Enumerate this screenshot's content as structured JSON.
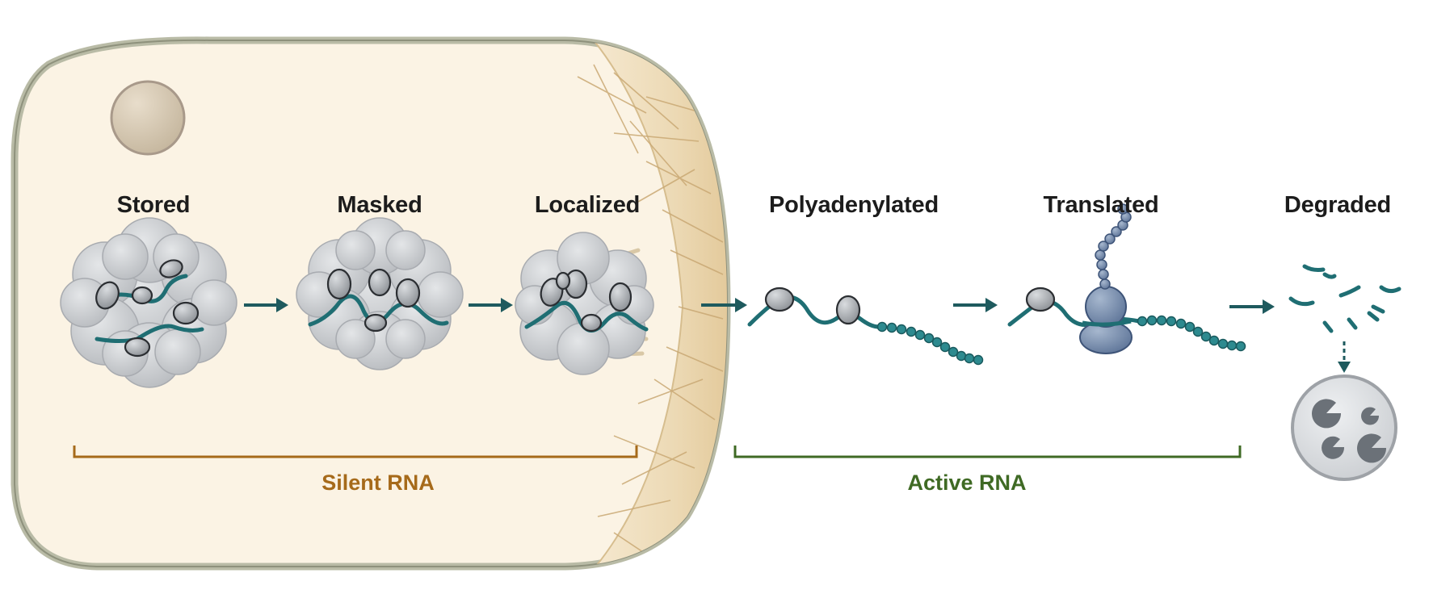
{
  "stages": [
    {
      "id": "stored",
      "label": "Stored"
    },
    {
      "id": "masked",
      "label": "Masked"
    },
    {
      "id": "localized",
      "label": "Localized"
    },
    {
      "id": "polyadenylated",
      "label": "Polyadenylated"
    },
    {
      "id": "translated",
      "label": "Translated"
    },
    {
      "id": "degraded",
      "label": "Degraded"
    }
  ],
  "groups": {
    "silent": {
      "label": "Silent RNA",
      "color": "#a66a1a"
    },
    "active": {
      "label": "Active RNA",
      "color": "#3f6a24"
    }
  },
  "colors": {
    "rna_strand": "#1f6e73",
    "arrow": "#1e5a5e",
    "cell_fill": "#fbf3e4",
    "cell_border": "#b9bba6",
    "cortex": "#ead7b2",
    "granule": "#c8cbcf",
    "protein": "#9fa3a7",
    "ribosome": "#6f86a5",
    "proteasome": "#d7d9dc"
  }
}
